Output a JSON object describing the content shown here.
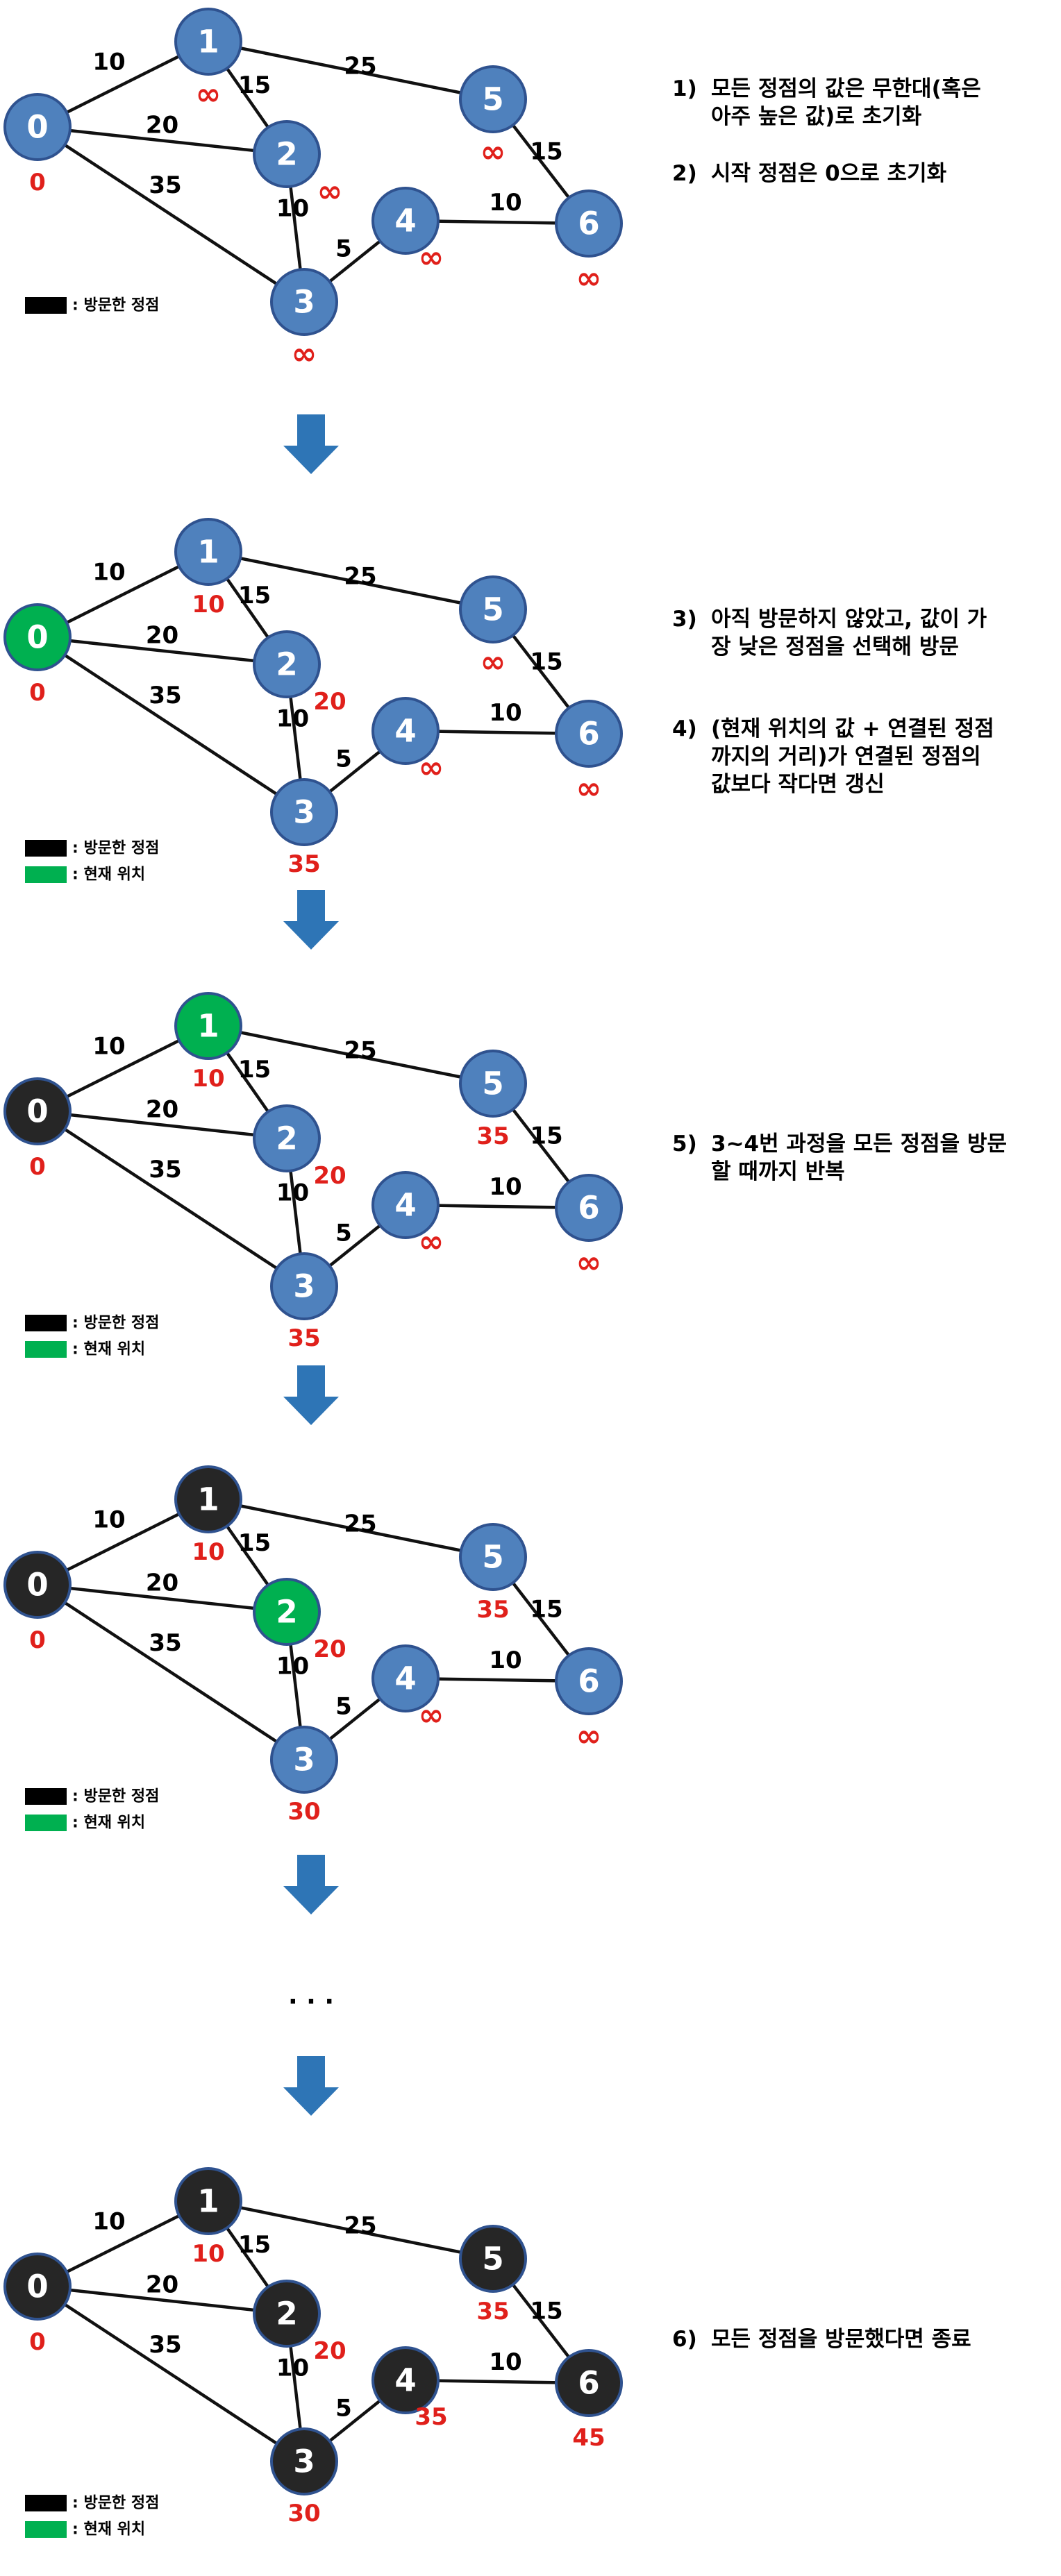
{
  "colors": {
    "unvisited": "#4f81bd",
    "visited": "#262626",
    "current": "#00b050",
    "distance_text": "#e0201b",
    "arrow": "#2e75b6"
  },
  "edges": [
    {
      "from": 0,
      "to": 1,
      "weight": "10"
    },
    {
      "from": 0,
      "to": 2,
      "weight": "20"
    },
    {
      "from": 0,
      "to": 3,
      "weight": "35"
    },
    {
      "from": 1,
      "to": 2,
      "weight": "15"
    },
    {
      "from": 1,
      "to": 5,
      "weight": "25"
    },
    {
      "from": 2,
      "to": 3,
      "weight": "10"
    },
    {
      "from": 3,
      "to": 4,
      "weight": "5"
    },
    {
      "from": 4,
      "to": 6,
      "weight": "10"
    },
    {
      "from": 5,
      "to": 6,
      "weight": "15"
    }
  ],
  "node_labels": [
    "0",
    "1",
    "2",
    "3",
    "4",
    "5",
    "6"
  ],
  "legend": {
    "visited_label": ": 방문한 정점",
    "current_label": ": 현재 위치"
  },
  "ellipsis": ". . .",
  "steps": [
    {
      "states": [
        "unvisited",
        "unvisited",
        "unvisited",
        "unvisited",
        "unvisited",
        "unvisited",
        "unvisited"
      ],
      "distances": [
        "0",
        "∞",
        "∞",
        "∞",
        "∞",
        "∞",
        "∞"
      ],
      "legend": [
        "visited"
      ]
    },
    {
      "states": [
        "current",
        "unvisited",
        "unvisited",
        "unvisited",
        "unvisited",
        "unvisited",
        "unvisited"
      ],
      "distances": [
        "0",
        "10",
        "20",
        "35",
        "∞",
        "∞",
        "∞"
      ],
      "legend": [
        "visited",
        "current"
      ]
    },
    {
      "states": [
        "visited",
        "current",
        "unvisited",
        "unvisited",
        "unvisited",
        "unvisited",
        "unvisited"
      ],
      "distances": [
        "0",
        "10",
        "20",
        "35",
        "∞",
        "35",
        "∞"
      ],
      "legend": [
        "visited",
        "current"
      ]
    },
    {
      "states": [
        "visited",
        "visited",
        "current",
        "unvisited",
        "unvisited",
        "unvisited",
        "unvisited"
      ],
      "distances": [
        "0",
        "10",
        "20",
        "30",
        "∞",
        "35",
        "∞"
      ],
      "legend": [
        "visited",
        "current"
      ]
    },
    {
      "states": [
        "visited",
        "visited",
        "visited",
        "visited",
        "visited",
        "visited",
        "visited"
      ],
      "distances": [
        "0",
        "10",
        "20",
        "30",
        "35",
        "35",
        "45"
      ],
      "legend": [
        "visited",
        "current"
      ]
    }
  ],
  "notes": [
    {
      "num": "1)",
      "text": "모든 정점의 값은 무한대(혹은\n아주 높은 값)로 초기화"
    },
    {
      "num": "2)",
      "text": "시작 정점은 0으로 초기화"
    },
    {
      "num": "3)",
      "text": "아직 방문하지 않았고, 값이 가\n장 낮은 정점을 선택해 방문"
    },
    {
      "num": "4)",
      "text": "(현재 위치의 값 + 연결된 정점\n까지의 거리)가 연결된 정점의\n값보다 작다면 갱신"
    },
    {
      "num": "5)",
      "text": "3~4번 과정을 모든 정점을 방문\n할 때까지 반복"
    },
    {
      "num": "6)",
      "text": "모든 정점을 방문했다면 종료"
    }
  ]
}
